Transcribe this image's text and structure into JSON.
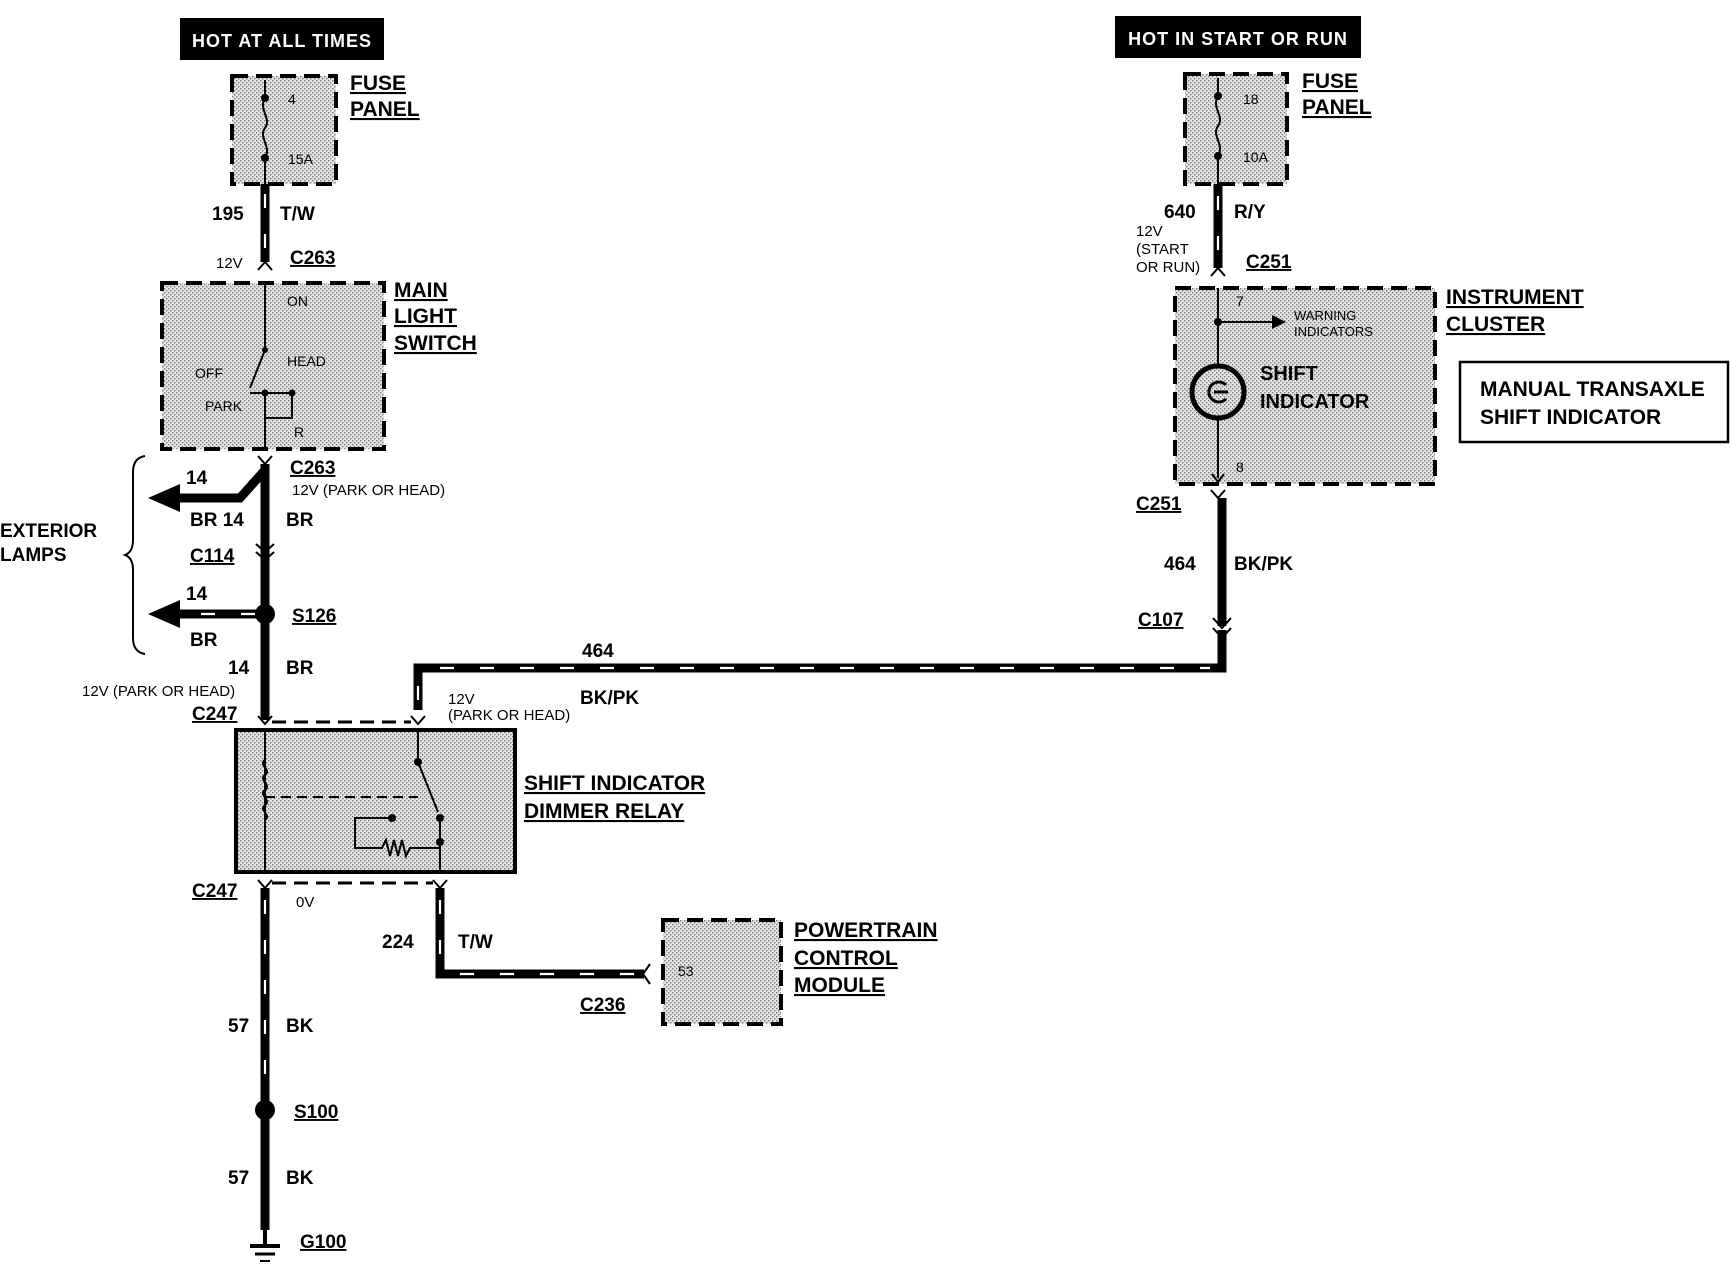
{
  "banners": {
    "left": "HOT AT ALL TIMES",
    "right": "HOT IN START OR RUN"
  },
  "fuse_left": {
    "title1": "FUSE",
    "title2": "PANEL",
    "num": "4",
    "rating": "15A"
  },
  "fuse_right": {
    "title1": "FUSE",
    "title2": "PANEL",
    "num": "18",
    "rating": "10A"
  },
  "wire_195": {
    "num": "195",
    "color": "T/W"
  },
  "wire_640": {
    "num": "640",
    "color": "R/Y"
  },
  "v_12v_top_left": "12V",
  "c263_top": "C263",
  "main_switch": {
    "title1": "MAIN",
    "title2": "LIGHT",
    "title3": "SWITCH",
    "on": "ON",
    "head": "HEAD",
    "off": "OFF",
    "park": "PARK",
    "r": "R"
  },
  "c263_bottom": "C263",
  "v_park_head_1": "12V (PARK  OR HEAD)",
  "exterior": {
    "line1": "EXTERIOR",
    "line2": "LAMPS"
  },
  "wire_14_a": "14",
  "br14_left": "BR 14",
  "br_a": "BR",
  "c114": "C114",
  "wire_14_b": "14",
  "s126": "S126",
  "br_b": "BR",
  "wire_14_c": "14",
  "br_c": "BR",
  "v_park_head_2": "12V (PARK  OR HEAD)",
  "c247_top": "C247",
  "wire_464_h": "464",
  "bkpk_h": "BK/PK",
  "v_park_head_3a": "12V",
  "v_park_head_3b": "(PARK  OR HEAD)",
  "relay": {
    "title1": "SHIFT INDICATOR",
    "title2": "DIMMER RELAY"
  },
  "c247_bottom": "C247",
  "v_0v": "0V",
  "wire_224": {
    "num": "224",
    "color": "T/W"
  },
  "pcm": {
    "title1": "POWERTRAIN",
    "title2": "CONTROL",
    "title3": "MODULE",
    "pin": "53"
  },
  "c236": "C236",
  "wire_57_a": {
    "num": "57",
    "color": "BK"
  },
  "s100": "S100",
  "wire_57_b": {
    "num": "57",
    "color": "BK"
  },
  "g100": "G100",
  "v_start_run": {
    "l1": "12V",
    "l2": "(START",
    "l3": "OR RUN)"
  },
  "c251_top": "C251",
  "cluster": {
    "title1": "INSTRUMENT",
    "title2": "CLUSTER",
    "pin7": "7",
    "warn1": "WARNING",
    "warn2": "INDICATORS",
    "shift1": "SHIFT",
    "shift2": "INDICATOR",
    "pin8": "8"
  },
  "c251_bottom": "C251",
  "wire_464_v": {
    "num": "464",
    "color": "BK/PK"
  },
  "c107": "C107",
  "note": {
    "line1": "MANUAL TRANSAXLE",
    "line2": "SHIFT INDICATOR"
  }
}
